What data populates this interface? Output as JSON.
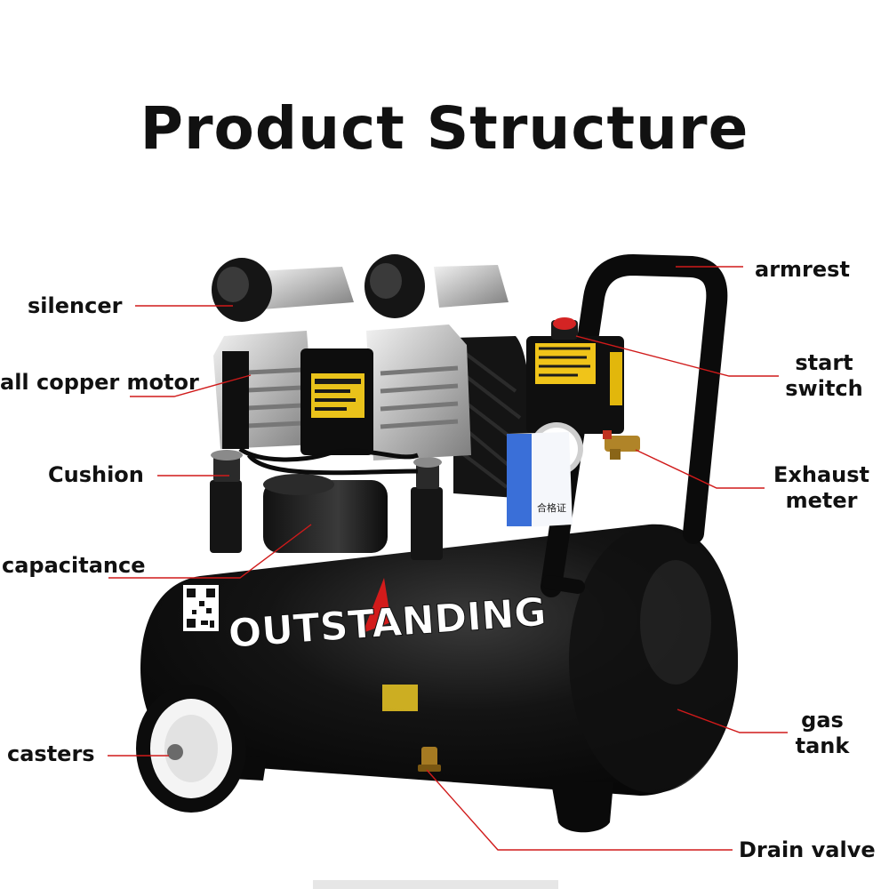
{
  "title": "Product Structure",
  "brand": "OUTSTANDING",
  "certificate": "合格证",
  "labels": {
    "armrest": "armrest",
    "silencer": "silencer",
    "all_copper_motor": "all copper motor",
    "start_switch": {
      "line1": "start",
      "line2": "switch"
    },
    "cushion": "Cushion",
    "exhaust_meter": {
      "line1": "Exhaust",
      "line2": "meter"
    },
    "capacitance": "capacitance",
    "gas_tank": {
      "line1": "gas",
      "line2": "tank"
    },
    "casters": "casters",
    "drain_valve": "Drain valve"
  },
  "colors": {
    "leader_line": "#d01a1a",
    "text": "#111111",
    "tank": "#0d0d0d"
  }
}
